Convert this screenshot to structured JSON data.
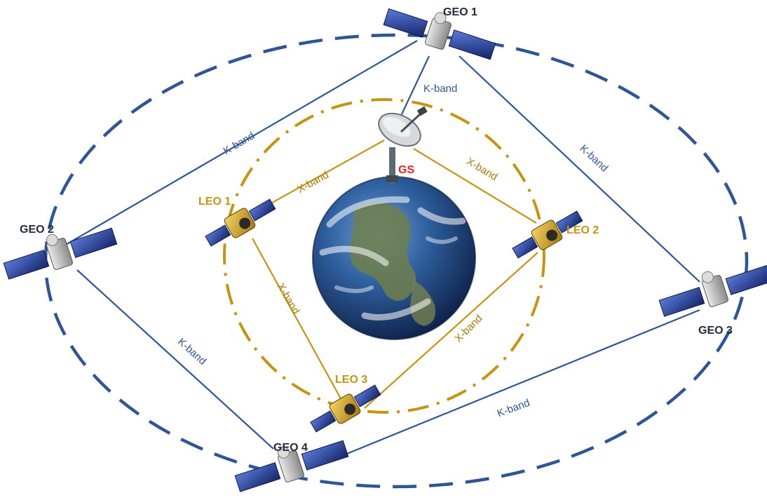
{
  "colors": {
    "geo": "#2e5697",
    "leo": "#c69410",
    "ground": "#e8231b",
    "geo_label": "#1f2a3a",
    "leo_label": "#c69410"
  },
  "nodes": {
    "geo1": {
      "label": "GEO 1"
    },
    "geo2": {
      "label": "GEO 2"
    },
    "geo3": {
      "label": "GEO 3"
    },
    "geo4": {
      "label": "GEO 4"
    },
    "leo1": {
      "label": "LEO 1"
    },
    "leo2": {
      "label": "LEO 2"
    },
    "leo3": {
      "label": "LEO 3"
    },
    "gs": {
      "label": "GS"
    }
  },
  "links": {
    "geo1_gs": "K-band",
    "geo1_geo2": "K-band",
    "geo1_geo3": "K-band",
    "geo2_geo4": "K-band",
    "geo4_geo3": "K-band",
    "gs_leo1": "X-band",
    "gs_leo2": "X-band",
    "leo1_leo3": "X-band",
    "leo2_leo3": "X-band"
  },
  "icons": {
    "geo_satellite": "satellite-icon",
    "leo_satellite": "satellite-icon",
    "ground_station": "satellite-dish-icon",
    "earth": "earth-globe-icon"
  }
}
